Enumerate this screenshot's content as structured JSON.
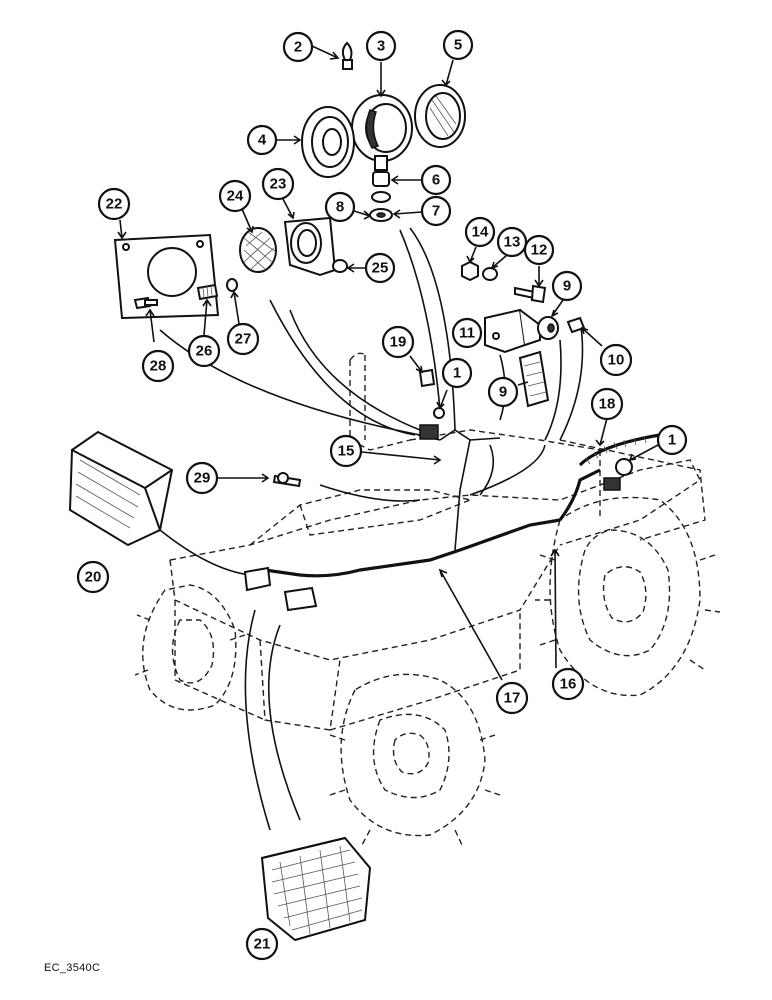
{
  "reference_code": "EC_3540C",
  "callouts": [
    {
      "id": "c2",
      "label": "2"
    },
    {
      "id": "c3",
      "label": "3"
    },
    {
      "id": "c5",
      "label": "5"
    },
    {
      "id": "c4",
      "label": "4"
    },
    {
      "id": "c6",
      "label": "6"
    },
    {
      "id": "c8",
      "label": "8"
    },
    {
      "id": "c7",
      "label": "7"
    },
    {
      "id": "c22",
      "label": "22"
    },
    {
      "id": "c24",
      "label": "24"
    },
    {
      "id": "c23",
      "label": "23"
    },
    {
      "id": "c14",
      "label": "14"
    },
    {
      "id": "c13",
      "label": "13"
    },
    {
      "id": "c12",
      "label": "12"
    },
    {
      "id": "c25",
      "label": "25"
    },
    {
      "id": "c9a",
      "label": "9"
    },
    {
      "id": "c11",
      "label": "11"
    },
    {
      "id": "c10",
      "label": "10"
    },
    {
      "id": "c28",
      "label": "28"
    },
    {
      "id": "c26",
      "label": "26"
    },
    {
      "id": "c27",
      "label": "27"
    },
    {
      "id": "c19",
      "label": "19"
    },
    {
      "id": "c1a",
      "label": "1"
    },
    {
      "id": "c9b",
      "label": "9"
    },
    {
      "id": "c18",
      "label": "18"
    },
    {
      "id": "c15",
      "label": "15"
    },
    {
      "id": "c1b",
      "label": "1"
    },
    {
      "id": "c29",
      "label": "29"
    },
    {
      "id": "c20",
      "label": "20"
    },
    {
      "id": "c17",
      "label": "17"
    },
    {
      "id": "c16",
      "label": "16"
    },
    {
      "id": "c21",
      "label": "21"
    }
  ]
}
